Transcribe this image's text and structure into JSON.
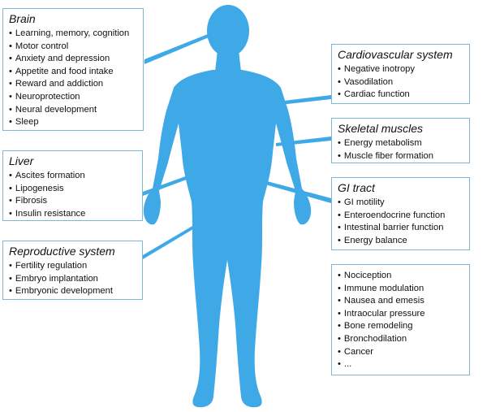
{
  "boxes": {
    "brain": {
      "title": "Brain",
      "items": [
        "Learning, memory, cognition",
        "Motor control",
        "Anxiety and depression",
        "Appetite and food intake",
        "Reward and addiction",
        "Neuroprotection",
        "Neural development",
        "Sleep"
      ]
    },
    "cardiovascular": {
      "title": "Cardiovascular system",
      "items": [
        "Negative inotropy",
        "Vasodilation",
        "Cardiac function"
      ]
    },
    "skeletal": {
      "title": "Skeletal muscles",
      "items": [
        "Energy metabolism",
        "Muscle fiber formation"
      ]
    },
    "liver": {
      "title": "Liver",
      "items": [
        "Ascites formation",
        "Lipogenesis",
        "Fibrosis",
        "Insulin resistance"
      ]
    },
    "gi": {
      "title": "GI tract",
      "items": [
        "GI motility",
        "Enteroendocrine function",
        "Intestinal barrier function",
        "Energy balance"
      ]
    },
    "reproductive": {
      "title": "Reproductive system",
      "items": [
        "Fertility regulation",
        "Embryo implantation",
        "Embryonic development"
      ]
    },
    "other": {
      "title": "",
      "items": [
        "Nociception",
        "Immune modulation",
        "Nausea and emesis",
        "Intraocular pressure",
        "Bone remodeling",
        "Bronchodilation",
        "Cancer",
        "..."
      ]
    }
  },
  "colors": {
    "body": "#3fa9e8",
    "border": "#7fb6d6",
    "connector": "#3fa9e8"
  }
}
